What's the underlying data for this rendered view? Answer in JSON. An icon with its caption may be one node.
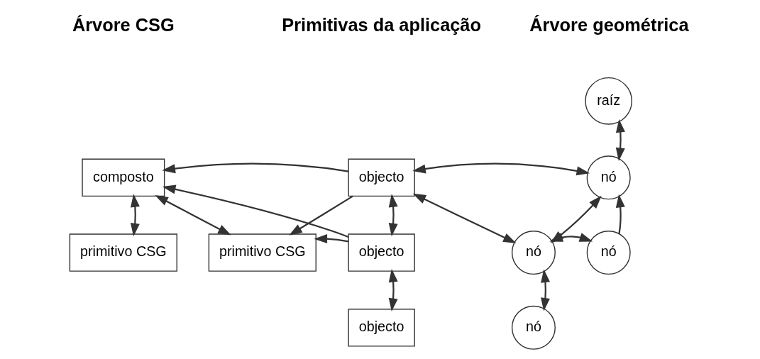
{
  "diagram": {
    "nodes": [
      {
        "text": [
          "composto"
        ]
      },
      {
        "text": [
          "primitivo CSG"
        ]
      },
      {
        "text": [
          "primitivo CSG"
        ]
      },
      {
        "text": [
          "objecto"
        ]
      },
      {
        "text": [
          "objecto"
        ]
      },
      {
        "text": [
          "objecto"
        ]
      },
      {
        "text": [
          "raíz"
        ]
      },
      {
        "text": [
          "nó"
        ]
      },
      {
        "text": [
          "nó"
        ]
      },
      {
        "text": [
          "nó"
        ]
      },
      {
        "text": [
          "nó"
        ]
      }
    ],
    "edges": [
      {
        "from": 3,
        "to": 0,
        "arrow": "to"
      },
      {
        "from": 4,
        "to": 0,
        "arrow": "to"
      },
      {
        "from": 3,
        "to": 2,
        "arrow": "to"
      },
      {
        "from": 4,
        "to": 2,
        "arrow": "to"
      },
      {
        "from": 0,
        "to": 1,
        "arrow": "both"
      },
      {
        "from": 0,
        "to": 2,
        "arrow": "both"
      },
      {
        "from": 3,
        "to": 4,
        "arrow": "both"
      },
      {
        "from": 4,
        "to": 5,
        "arrow": "both"
      },
      {
        "from": 3,
        "to": 7,
        "arrow": "both"
      },
      {
        "from": 3,
        "to": 8,
        "arrow": "both"
      },
      {
        "from": 7,
        "to": 6,
        "arrow": "both"
      },
      {
        "from": 8,
        "to": 7,
        "arrow": "both"
      },
      {
        "from": 9,
        "to": 7,
        "arrow": "to"
      },
      {
        "from": 8,
        "to": 9,
        "arrow": "both"
      },
      {
        "from": 10,
        "to": 8,
        "arrow": "both"
      }
    ],
    "labels": [
      "Árvore CSG",
      "Primitivas da aplicação",
      "Árvore geométrica"
    ]
  }
}
